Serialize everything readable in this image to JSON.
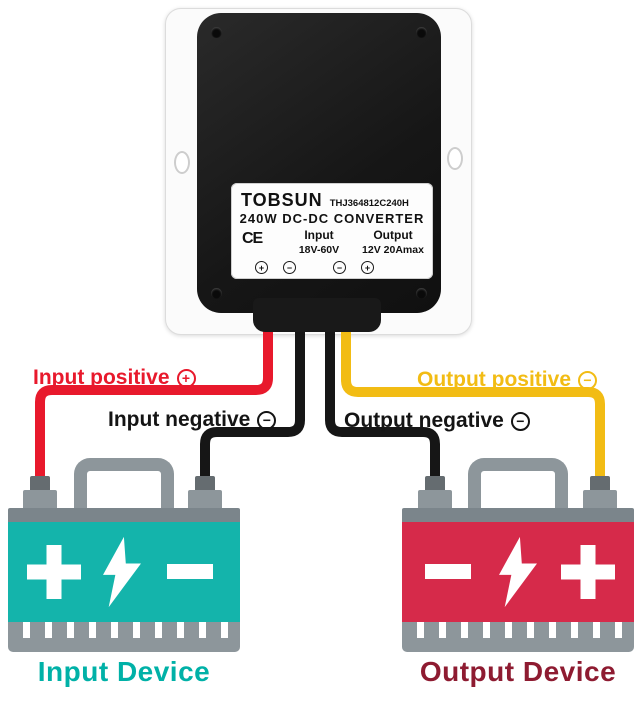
{
  "colors": {
    "wire_red": "#e8192c",
    "wire_yellow": "#f2bc14",
    "wire_black": "#161616",
    "input_body": "#14b4ab",
    "input_text": "#00b1a7",
    "output_body": "#d62a4a",
    "output_text": "#8e1b31",
    "battery_gray": "#8d969b"
  },
  "converter": {
    "brand": "TOBSUN",
    "model": "THJ364812C240H",
    "title": "240W DC-DC CONVERTER",
    "ce": "CE",
    "input_header": "Input",
    "output_header": "Output",
    "input_spec": "18V-60V",
    "output_spec": "12V 20Amax",
    "terminals": [
      "+",
      "−",
      "−",
      "+"
    ]
  },
  "wires": {
    "input_positive": {
      "label": "Input positive",
      "symbol": "+",
      "color": "#e8192c"
    },
    "input_negative": {
      "label": "Input negative",
      "symbol": "−",
      "color": "#161616"
    },
    "output_positive": {
      "label": "Output positive",
      "symbol": "−",
      "color": "#f2bc14"
    },
    "output_negative": {
      "label": "Output negative",
      "symbol": "−",
      "color": "#161616"
    }
  },
  "devices": {
    "input": {
      "label": "Input Device",
      "symbols": [
        "plus",
        "lightning",
        "minus"
      ]
    },
    "output": {
      "label": "Output Device",
      "symbols": [
        "minus",
        "lightning",
        "plus"
      ]
    }
  }
}
